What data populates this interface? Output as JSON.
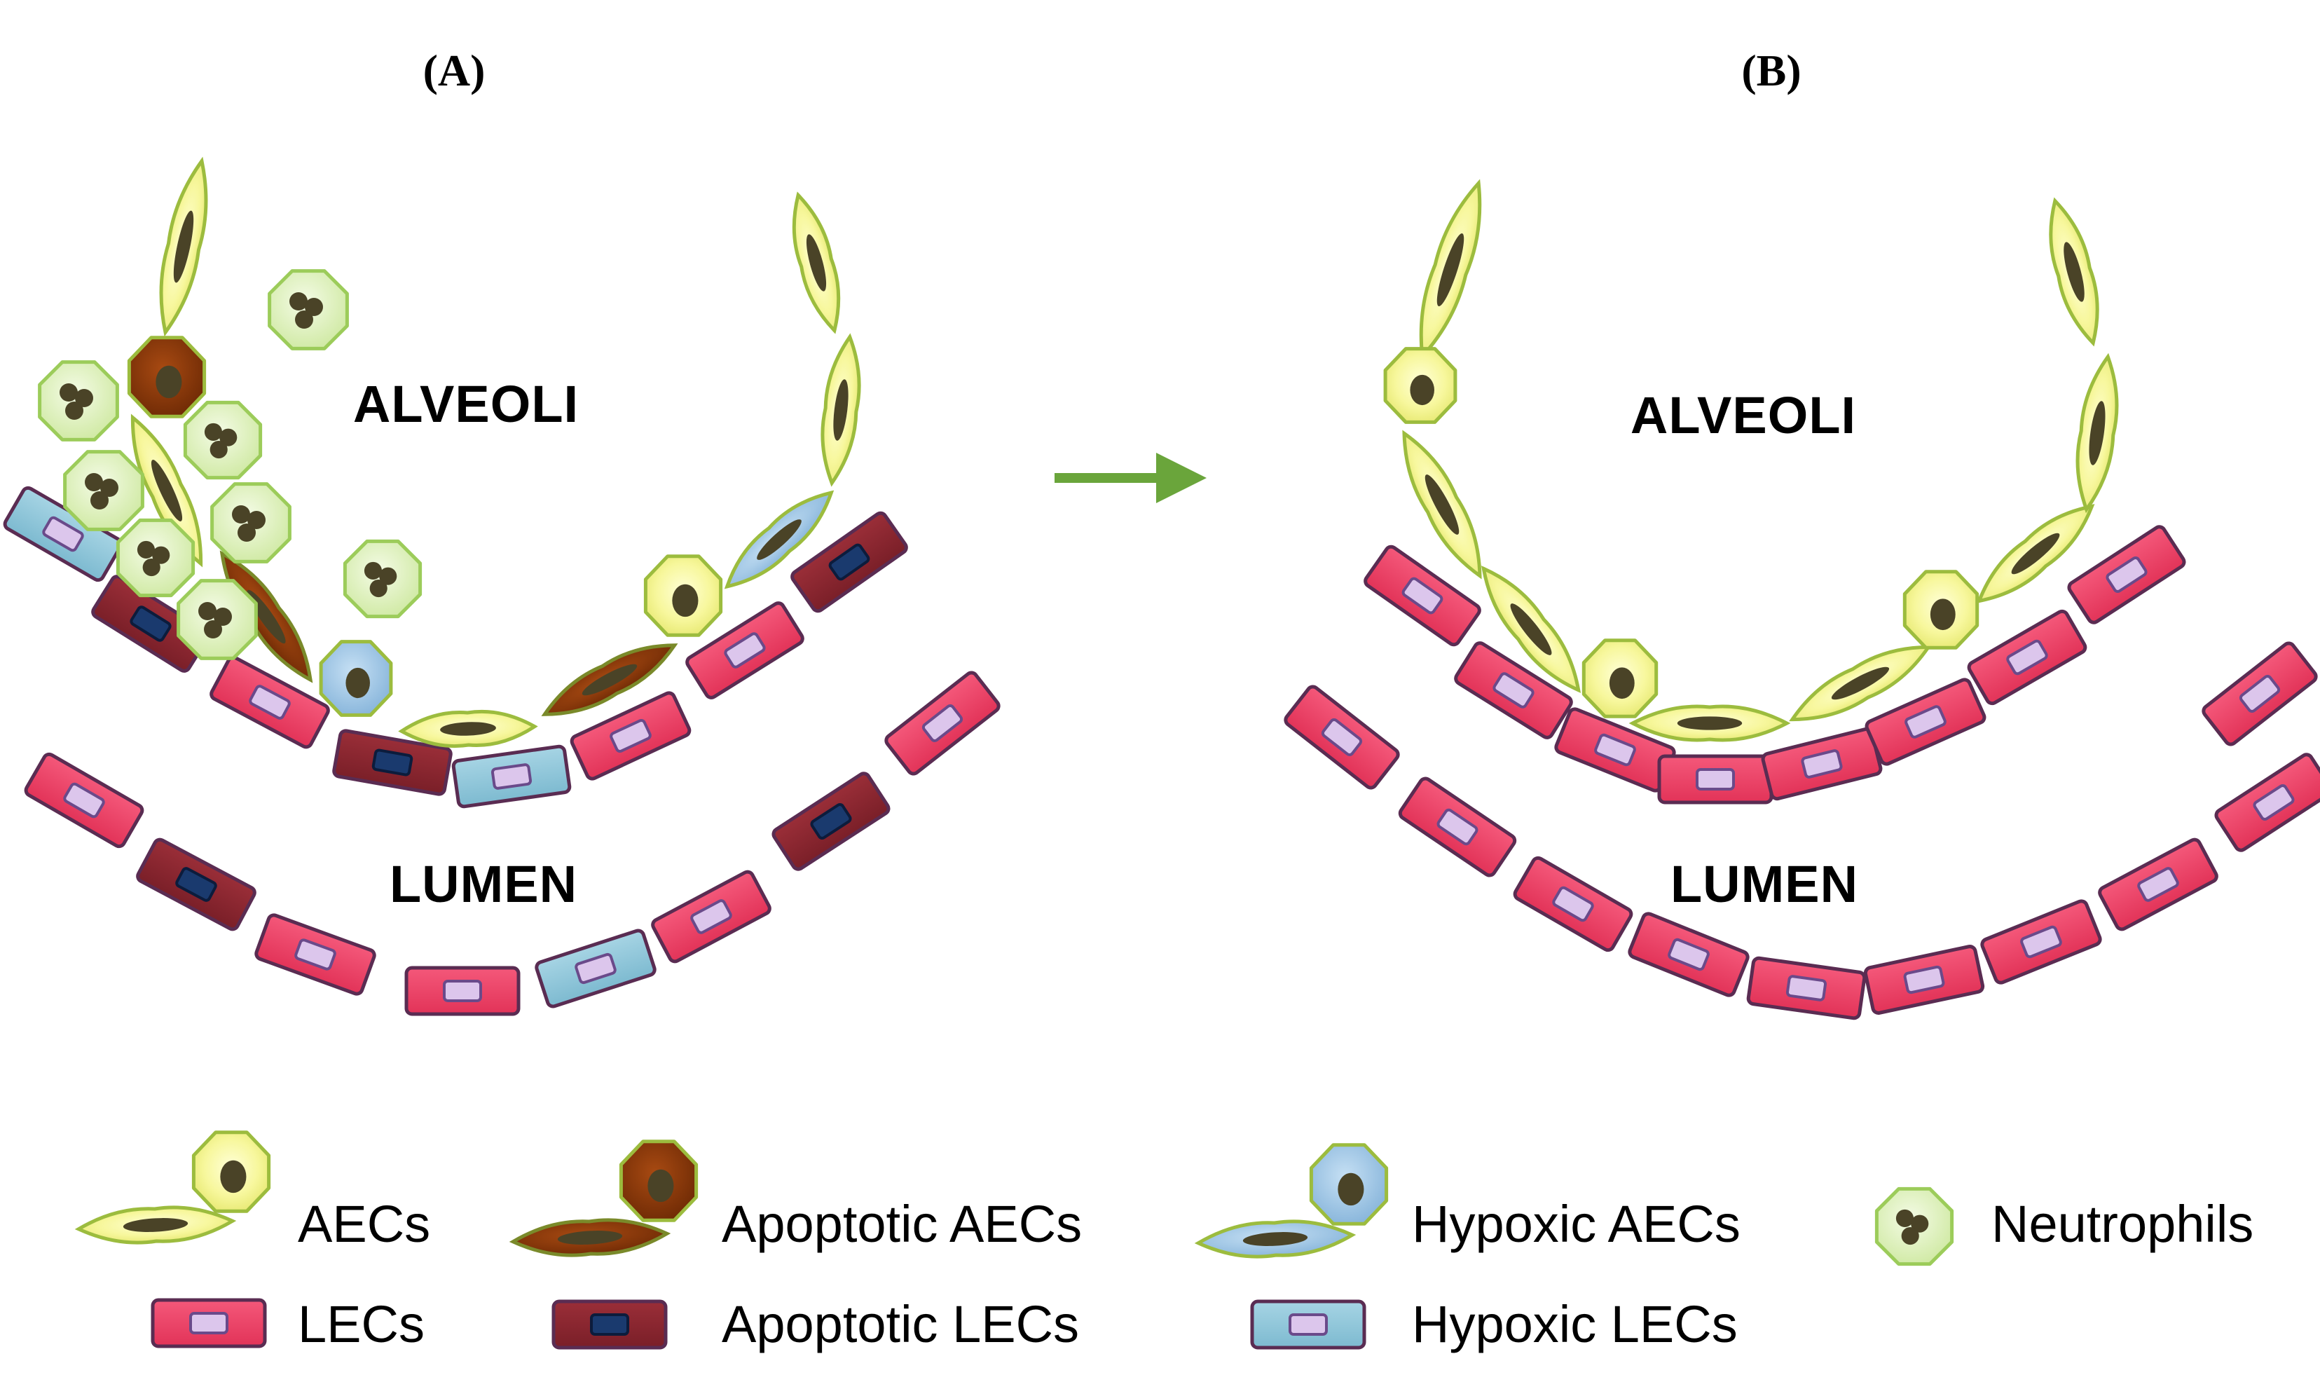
{
  "panels": [
    {
      "label": "(A)",
      "alveoli": "ALVEOLI",
      "lumen": "LUMEN"
    },
    {
      "label": "(B)",
      "alveoli": "ALVEOLI",
      "lumen": "LUMEN"
    }
  ],
  "legend": {
    "aecs": "AECs",
    "apoptotic_aecs": "Apoptotic AECs",
    "hypoxic_aecs": "Hypoxic AECs",
    "neutrophils": "Neutrophils",
    "lecs": "LECs",
    "apoptotic_lecs": "Apoptotic LECs",
    "hypoxic_lecs": "Hypoxic LECs"
  },
  "colors": {
    "aec_fill": "#f4f59a",
    "aec_stroke": "#a8c23e",
    "aec_nucleus": "#4a4327",
    "apoptotic_aec_fill": "#8a3508",
    "lec_fill": "#ee3f62",
    "lec_stroke": "#5a2c52",
    "lec_nucleus": "#dcc6ec",
    "apoptotic_lec_fill": "#86262e",
    "apoptotic_lec_nucleus": "#1a3a6e",
    "hypoxic_fill": "#8ec5d8",
    "hypoxic_aec_fill": "#9ec7e6",
    "neutrophil_fill": "#dff2b8",
    "neutrophil_stroke": "#9ccc5a",
    "arrow": "#6aa53b"
  }
}
